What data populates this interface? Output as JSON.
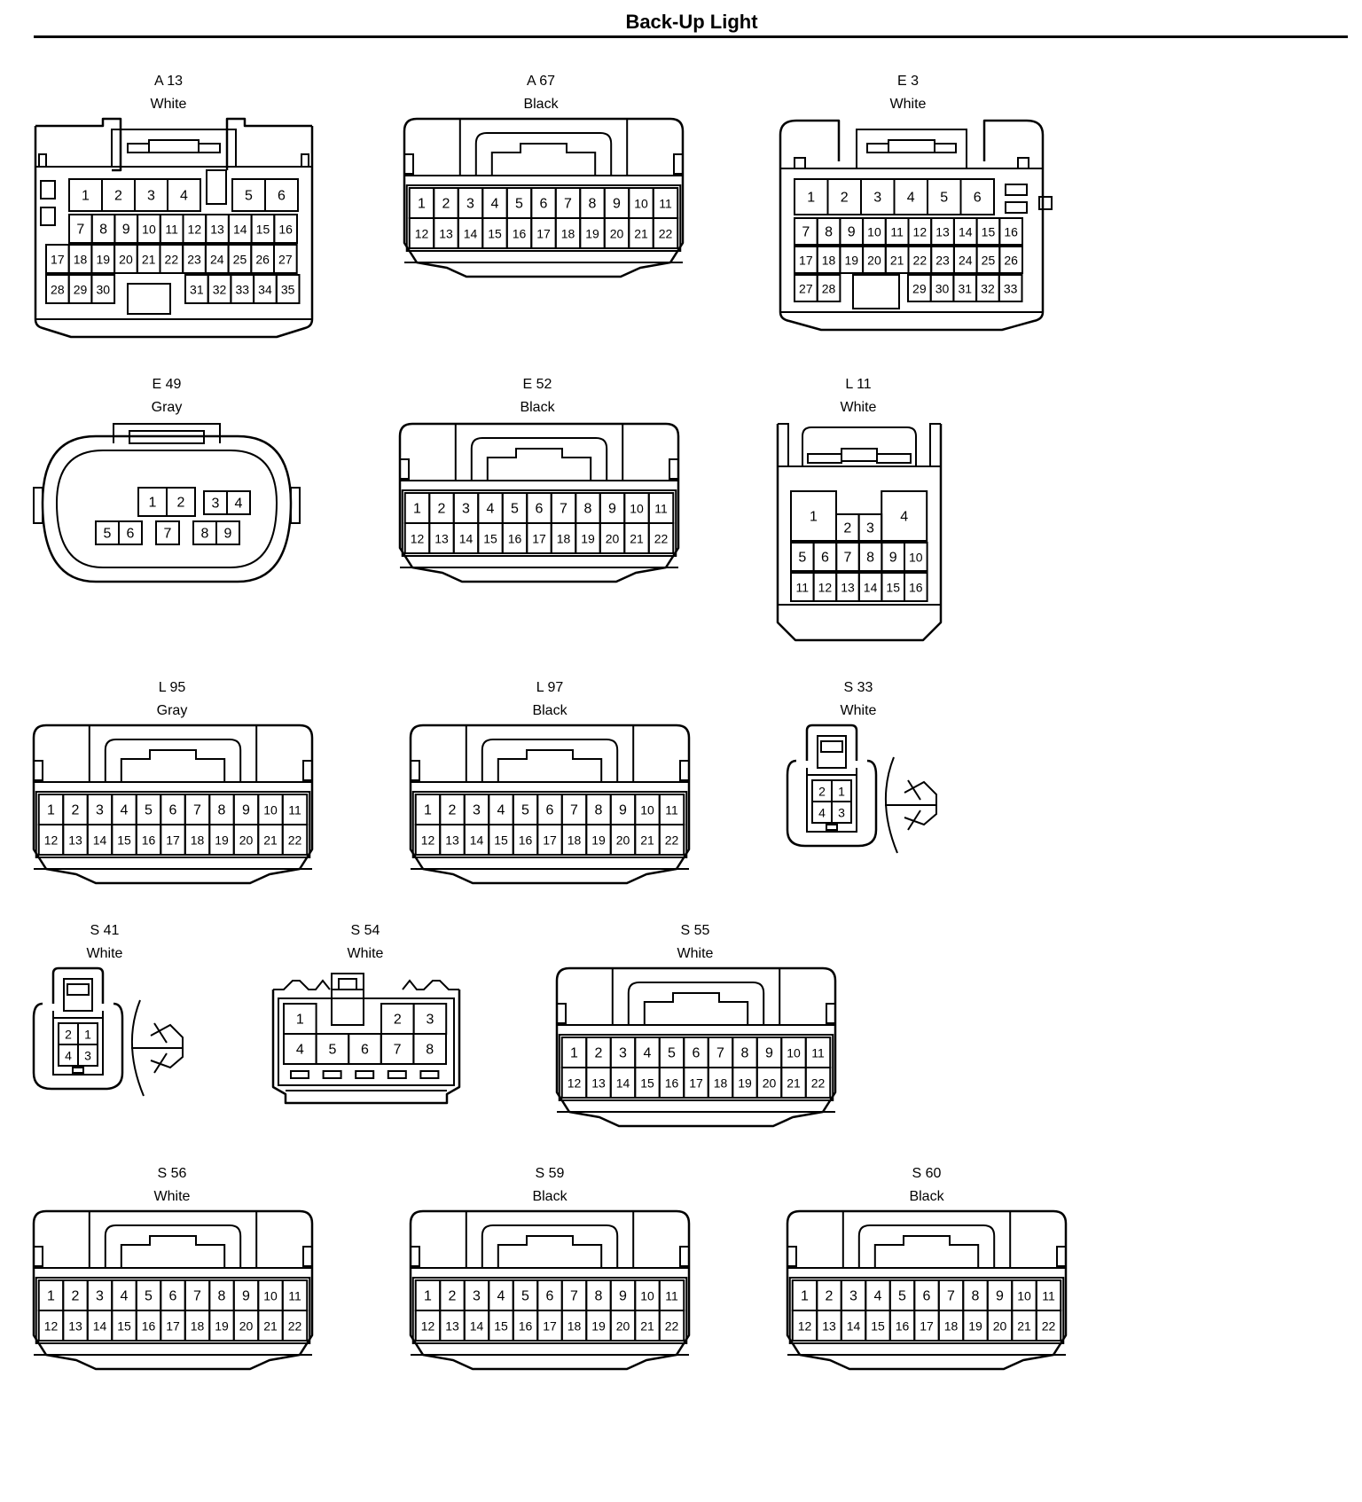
{
  "page": {
    "title": "Back-Up Light"
  },
  "connectors": [
    {
      "id": "A 13",
      "color": "White",
      "type": "a13",
      "pins": [
        "1",
        "2",
        "3",
        "4",
        "5",
        "6",
        "7",
        "8",
        "9",
        "10",
        "11",
        "12",
        "13",
        "14",
        "15",
        "16",
        "17",
        "18",
        "19",
        "20",
        "21",
        "22",
        "23",
        "24",
        "25",
        "26",
        "27",
        "28",
        "29",
        "30",
        "31",
        "32",
        "33",
        "34",
        "35"
      ]
    },
    {
      "id": "A 67",
      "color": "Black",
      "type": "std22",
      "pins": [
        "1",
        "2",
        "3",
        "4",
        "5",
        "6",
        "7",
        "8",
        "9",
        "10",
        "11",
        "12",
        "13",
        "14",
        "15",
        "16",
        "17",
        "18",
        "19",
        "20",
        "21",
        "22"
      ]
    },
    {
      "id": "E 3",
      "color": "White",
      "type": "e3",
      "pins": [
        "1",
        "2",
        "3",
        "4",
        "5",
        "6",
        "7",
        "8",
        "9",
        "10",
        "11",
        "12",
        "13",
        "14",
        "15",
        "16",
        "17",
        "18",
        "19",
        "20",
        "21",
        "22",
        "23",
        "24",
        "25",
        "26",
        "27",
        "28",
        "29",
        "30",
        "31",
        "32",
        "33"
      ]
    },
    {
      "id": "E 49",
      "color": "Gray",
      "type": "e49",
      "pins": [
        "1",
        "2",
        "3",
        "4",
        "5",
        "6",
        "7",
        "8",
        "9"
      ]
    },
    {
      "id": "E 52",
      "color": "Black",
      "type": "std22",
      "pins": [
        "1",
        "2",
        "3",
        "4",
        "5",
        "6",
        "7",
        "8",
        "9",
        "10",
        "11",
        "12",
        "13",
        "14",
        "15",
        "16",
        "17",
        "18",
        "19",
        "20",
        "21",
        "22"
      ]
    },
    {
      "id": "L 11",
      "color": "White",
      "type": "l11",
      "pins": [
        "1",
        "2",
        "3",
        "4",
        "5",
        "6",
        "7",
        "8",
        "9",
        "10",
        "11",
        "12",
        "13",
        "14",
        "15",
        "16"
      ]
    },
    {
      "id": "L 95",
      "color": "Gray",
      "type": "std22",
      "pins": [
        "1",
        "2",
        "3",
        "4",
        "5",
        "6",
        "7",
        "8",
        "9",
        "10",
        "11",
        "12",
        "13",
        "14",
        "15",
        "16",
        "17",
        "18",
        "19",
        "20",
        "21",
        "22"
      ]
    },
    {
      "id": "L 97",
      "color": "Black",
      "type": "std22",
      "pins": [
        "1",
        "2",
        "3",
        "4",
        "5",
        "6",
        "7",
        "8",
        "9",
        "10",
        "11",
        "12",
        "13",
        "14",
        "15",
        "16",
        "17",
        "18",
        "19",
        "20",
        "21",
        "22"
      ]
    },
    {
      "id": "S 33",
      "color": "White",
      "type": "sm4",
      "pins": [
        "1",
        "2",
        "3",
        "4"
      ]
    },
    {
      "id": "S 41",
      "color": "White",
      "type": "sm4",
      "pins": [
        "1",
        "2",
        "3",
        "4"
      ]
    },
    {
      "id": "S 54",
      "color": "White",
      "type": "s54",
      "pins": [
        "1",
        "2",
        "3",
        "4",
        "5",
        "6",
        "7",
        "8"
      ]
    },
    {
      "id": "S 55",
      "color": "White",
      "type": "std22",
      "pins": [
        "1",
        "2",
        "3",
        "4",
        "5",
        "6",
        "7",
        "8",
        "9",
        "10",
        "11",
        "12",
        "13",
        "14",
        "15",
        "16",
        "17",
        "18",
        "19",
        "20",
        "21",
        "22"
      ]
    },
    {
      "id": "S 56",
      "color": "White",
      "type": "std22",
      "pins": [
        "1",
        "2",
        "3",
        "4",
        "5",
        "6",
        "7",
        "8",
        "9",
        "10",
        "11",
        "12",
        "13",
        "14",
        "15",
        "16",
        "17",
        "18",
        "19",
        "20",
        "21",
        "22"
      ]
    },
    {
      "id": "S 59",
      "color": "Black",
      "type": "std22",
      "pins": [
        "1",
        "2",
        "3",
        "4",
        "5",
        "6",
        "7",
        "8",
        "9",
        "10",
        "11",
        "12",
        "13",
        "14",
        "15",
        "16",
        "17",
        "18",
        "19",
        "20",
        "21",
        "22"
      ]
    },
    {
      "id": "S 60",
      "color": "Black",
      "type": "std22",
      "pins": [
        "1",
        "2",
        "3",
        "4",
        "5",
        "6",
        "7",
        "8",
        "9",
        "10",
        "11",
        "12",
        "13",
        "14",
        "15",
        "16",
        "17",
        "18",
        "19",
        "20",
        "21",
        "22"
      ]
    }
  ]
}
